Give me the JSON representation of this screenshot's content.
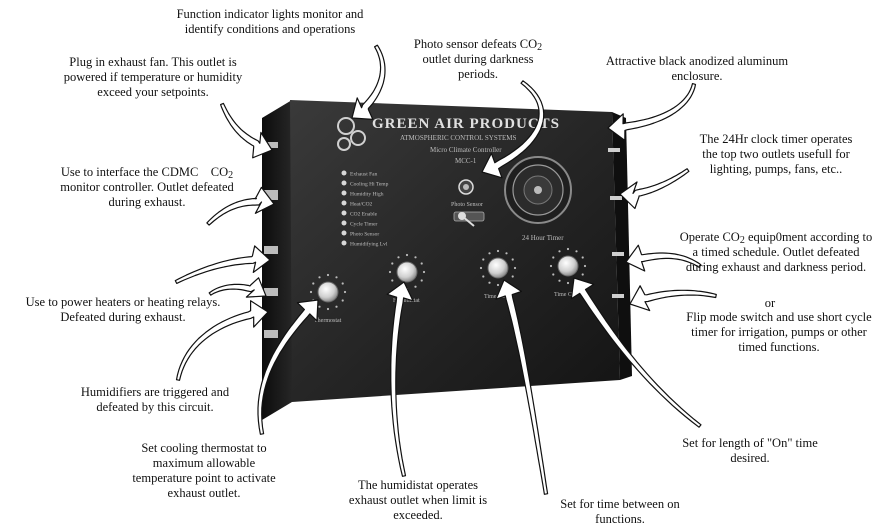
{
  "callouts": {
    "function_lights": [
      "Function indicator lights monitor and",
      "identify conditions and operations"
    ],
    "photo_sensor": {
      "l1_pre": "Photo sensor defeats CO",
      "l1_sub": "2",
      "l2": "outlet during darkness",
      "l3": "periods."
    },
    "enclosure": [
      "Attractive black anodized aluminum",
      "enclosure."
    ],
    "exhaust_fan": [
      "Plug in exhaust fan.  This outlet is",
      "powered if temperature or humidity",
      "exceed your setpoints."
    ],
    "cdmc": {
      "l1_pre": "Use to interface the CDMC    CO",
      "l1_sub": "2",
      "l2": "monitor controller.  Outlet defeated",
      "l3": "during exhaust."
    },
    "clock_timer": [
      "The 24Hr clock timer operates",
      "the top two outlets usefull for",
      "lighting, pumps, fans, etc.."
    ],
    "operate_co2": {
      "l1_pre": "Operate CO",
      "l1_sub": "2",
      "l1_post": " equip0ment according to",
      "l2": "a timed schedule.  Outlet defeated",
      "l3": "during exhaust and darkness period."
    },
    "or_text": "or",
    "flip_mode": [
      "Flip mode switch and use short cycle",
      "timer for irrigation, pumps or other",
      "timed functions."
    ],
    "heaters": [
      "Use to power heaters or heating relays.",
      "Defeated during exhaust."
    ],
    "humidifiers": [
      "Humidifiers are triggered and",
      "defeated by this circuit."
    ],
    "cooling": [
      "Set cooling thermostat to",
      "maximum allowable",
      "temperature point to activate",
      "exhaust outlet."
    ],
    "humidistat": [
      "The humidistat operates",
      "exhaust outlet when limit is",
      "exceeded."
    ],
    "time_between": [
      "Set for time between on",
      "functions."
    ],
    "on_time": [
      "Set for length of \"On\" time",
      "desired."
    ]
  },
  "device": {
    "brand": "GREEN AIR PRODUCTS",
    "subtitle": "ATMOSPHERIC CONTROL SYSTEMS",
    "model_line": "Micro Climate Controller",
    "model": "MCC-1",
    "photo_sensor_label": "Photo Sensor",
    "timer_label": "24 Hour Timer",
    "indicator_labels": [
      "Exhaust Fan",
      "Cooling Hi Temp",
      "Humidity High",
      "Heat/CO2",
      "CO2 Enable",
      "Cycle Timer",
      "Photo Sensor",
      "Humidifying Lvl"
    ],
    "knob_labels": [
      "Thermostat",
      "Humidistat",
      "Time Off",
      "Time On"
    ]
  },
  "colors": {
    "enclosure": "#1b1b1b",
    "panel": "#2a2a2a",
    "text": "#111111",
    "device_text": "#d8d8d8"
  }
}
